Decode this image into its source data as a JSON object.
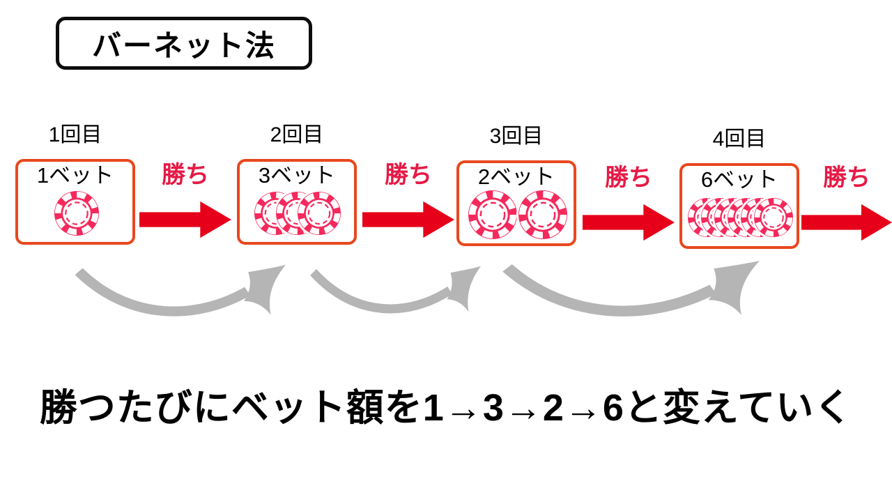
{
  "title": "バーネット法",
  "stages": [
    {
      "round": "1回目",
      "bet": "1ベット",
      "chips": 1,
      "win": "勝ち"
    },
    {
      "round": "2回目",
      "bet": "3ベット",
      "chips": 3,
      "win": "勝ち"
    },
    {
      "round": "3回目",
      "bet": "2ベット",
      "chips": 2,
      "win": "勝ち"
    },
    {
      "round": "4回目",
      "bet": "6ベット",
      "chips": 6,
      "win": "勝ち"
    }
  ],
  "caption": "勝つたびにベット額を1→3→2→6と変えていく",
  "colors": {
    "chip": "#f5295c",
    "arrow_red": "#e60019",
    "win_text": "#e61945",
    "box_border": "#e8481e",
    "gray_arrow": "#b5b5b5",
    "text": "#000000",
    "background": "#ffffff"
  }
}
